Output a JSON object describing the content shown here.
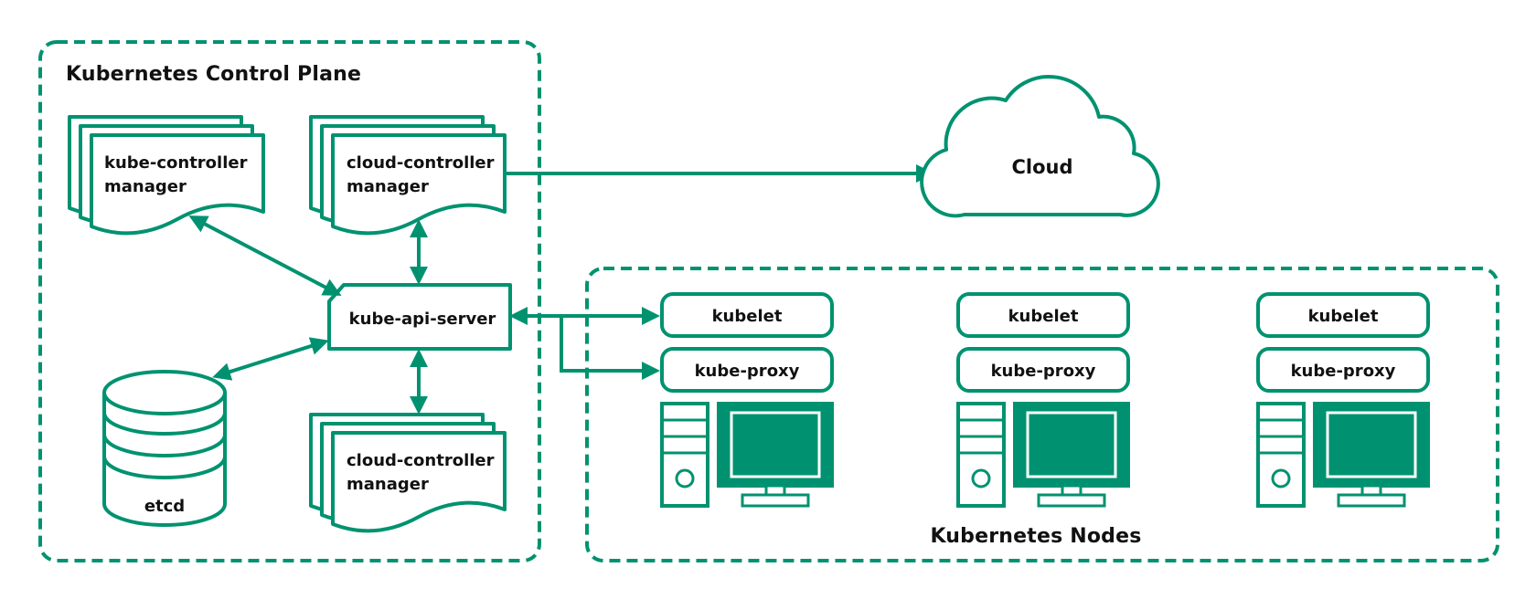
{
  "control_plane": {
    "title": "Kubernetes Control Plane",
    "kube_controller_manager": {
      "line1": "kube-controller",
      "line2": "manager"
    },
    "cloud_controller_manager_top": {
      "line1": "cloud-controller",
      "line2": "manager"
    },
    "cloud_controller_manager_bottom": {
      "line1": "cloud-controller",
      "line2": "manager"
    },
    "api_server": "kube-api-server",
    "etcd": "etcd"
  },
  "cloud": {
    "label": "Cloud"
  },
  "nodes": {
    "title": "Kubernetes Nodes",
    "items": [
      {
        "kubelet": "kubelet",
        "proxy": "kube-proxy"
      },
      {
        "kubelet": "kubelet",
        "proxy": "kube-proxy"
      },
      {
        "kubelet": "kubelet",
        "proxy": "kube-proxy"
      }
    ]
  },
  "colors": {
    "accent": "#009270",
    "stroke": "#009270",
    "text": "#111111",
    "background": "#ffffff"
  }
}
